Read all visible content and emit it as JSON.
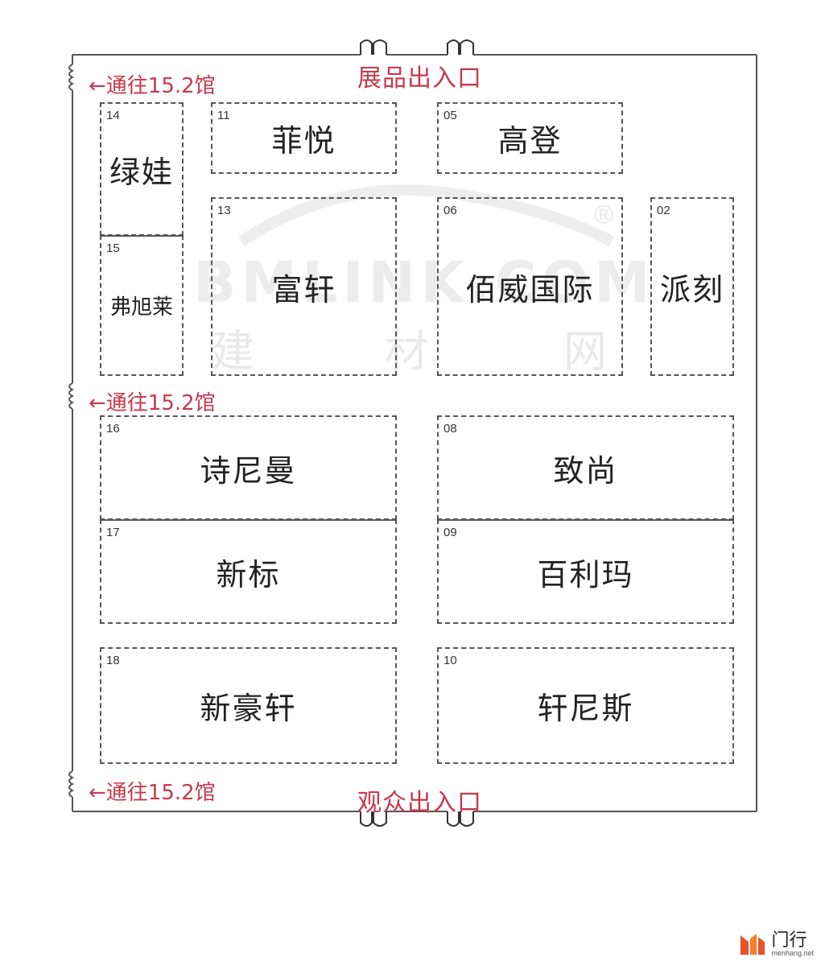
{
  "entrances": {
    "top": "展品出入口",
    "bottom": "观众出入口"
  },
  "side_links": [
    "←通往15.2馆",
    "←通往15.2馆",
    "←通往15.2馆"
  ],
  "booths": [
    {
      "id": "14",
      "name": "绿娃"
    },
    {
      "id": "15",
      "name": "弗旭莱"
    },
    {
      "id": "11",
      "name": "菲悦"
    },
    {
      "id": "05",
      "name": "高登"
    },
    {
      "id": "13",
      "name": "富轩"
    },
    {
      "id": "06",
      "name": "佰威国际"
    },
    {
      "id": "02",
      "name": "派刻"
    },
    {
      "id": "16",
      "name": "诗尼曼"
    },
    {
      "id": "17",
      "name": "新标"
    },
    {
      "id": "08",
      "name": "致尚"
    },
    {
      "id": "09",
      "name": "百利玛"
    },
    {
      "id": "18",
      "name": "新豪轩"
    },
    {
      "id": "10",
      "name": "轩尼斯"
    }
  ],
  "watermark": {
    "brand": "BMLINK.COM",
    "chars": [
      "建",
      "材",
      "网"
    ],
    "registered": "®"
  },
  "logo": {
    "name_cn": "门行",
    "name_en": "menhang.net"
  },
  "colors": {
    "label_red": "#c8384a",
    "line": "#555555"
  }
}
